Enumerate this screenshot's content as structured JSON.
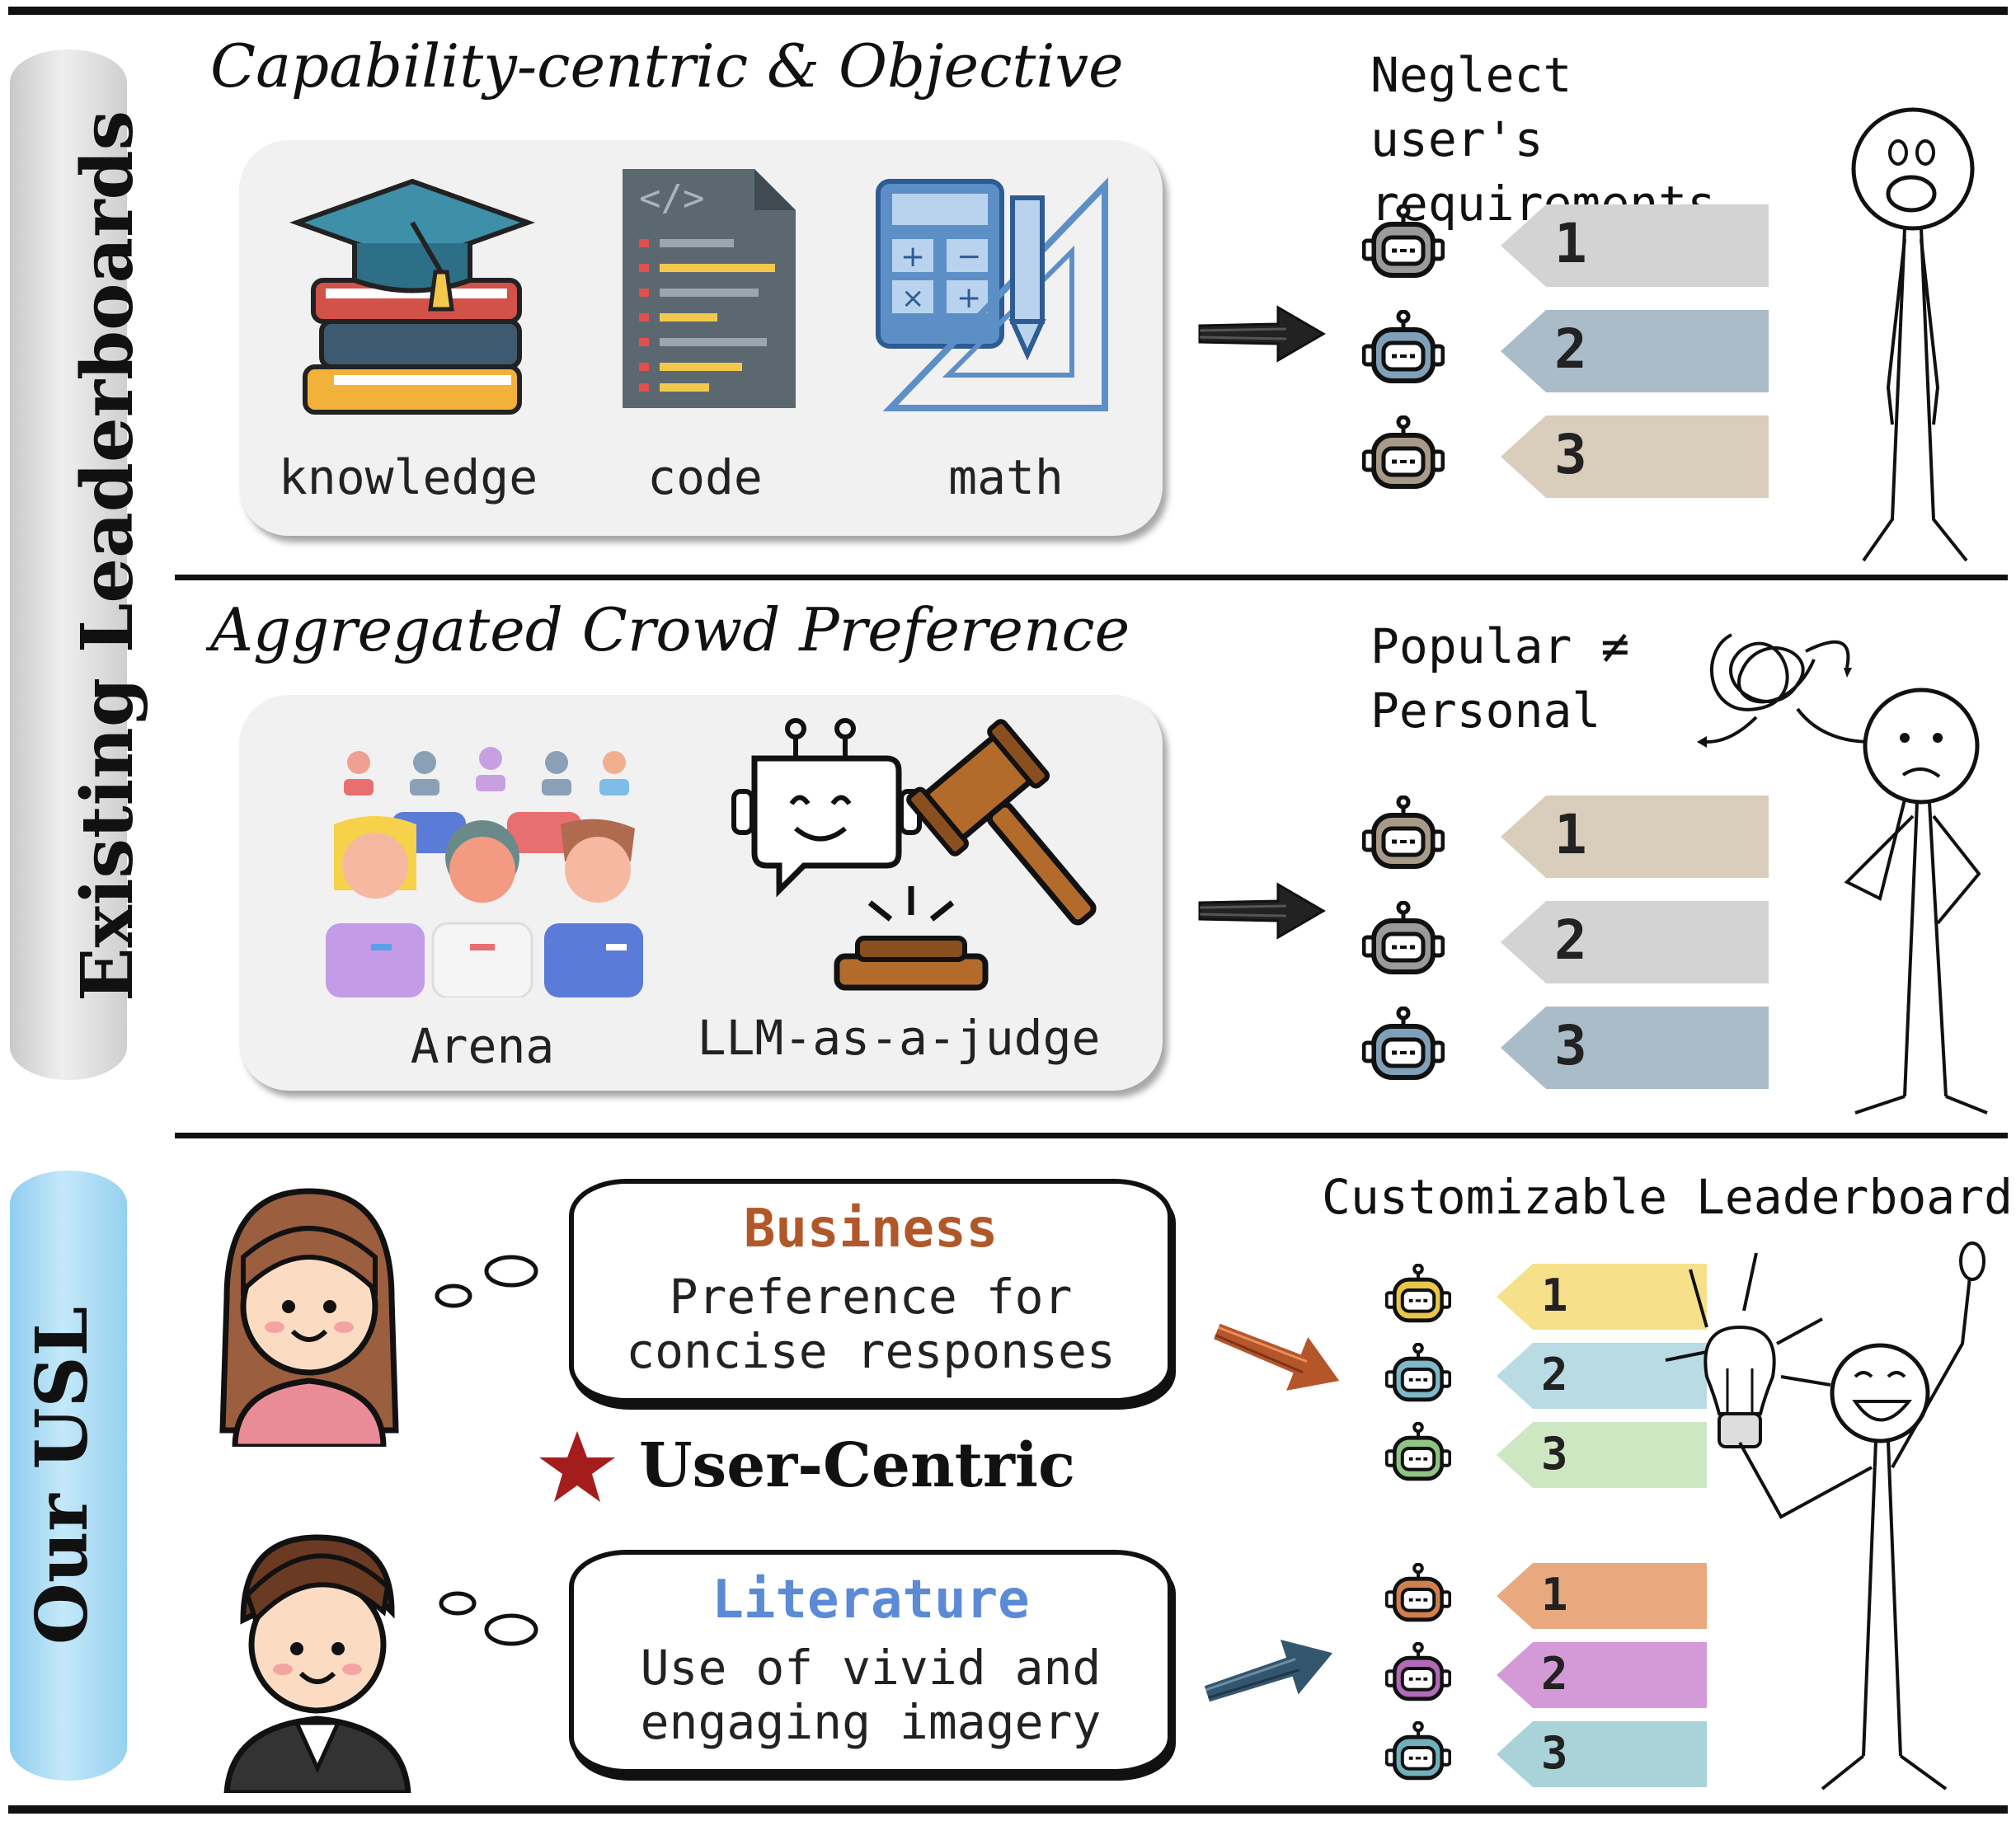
{
  "sidebar": {
    "existing_label": "Existing Leaderboards",
    "ours_label": "Our USL"
  },
  "section1": {
    "title": "Capability-centric & Objective",
    "items": [
      "knowledge",
      "code",
      "math"
    ],
    "note": "Neglect user's requirements",
    "ranks": [
      {
        "num": "1",
        "color": "#d3d3d3",
        "robot_color": "#9a9a9a"
      },
      {
        "num": "2",
        "color": "#a9bcc8",
        "robot_color": "#7fa0b8"
      },
      {
        "num": "3",
        "color": "#d9cdbb",
        "robot_color": "#a89a88"
      }
    ]
  },
  "section2": {
    "title": "Aggregated Crowd Preference",
    "items": [
      "Arena",
      "LLM-as-a-judge"
    ],
    "note_line1": "Popular ≠",
    "note_line2": "Personal",
    "ranks": [
      {
        "num": "1",
        "color": "#d9cdbb",
        "robot_color": "#a89a88"
      },
      {
        "num": "2",
        "color": "#d3d3d3",
        "robot_color": "#9a9a9a"
      },
      {
        "num": "3",
        "color": "#a9bcc8",
        "robot_color": "#7fa0b8"
      }
    ]
  },
  "section3": {
    "board_title": "Customizable Leaderboard",
    "center_label": "User-Centric",
    "business": {
      "head": "Business",
      "head_color": "#b0582a",
      "line1": "Preference for",
      "line2": "concise responses"
    },
    "literature": {
      "head": "Literature",
      "head_color": "#5b8ad6",
      "line1": "Use of vivid and",
      "line2": "engaging imagery"
    },
    "ranks_top": [
      {
        "num": "1",
        "color": "#f6e08a",
        "robot_color": "#e8c64a"
      },
      {
        "num": "2",
        "color": "#b9dbe3",
        "robot_color": "#7fb8c8"
      },
      {
        "num": "3",
        "color": "#cde7c3",
        "robot_color": "#8fc483"
      }
    ],
    "ranks_bottom": [
      {
        "num": "1",
        "color": "#e9a97f",
        "robot_color": "#d07f4f"
      },
      {
        "num": "2",
        "color": "#d49ad7",
        "robot_color": "#b06ab8"
      },
      {
        "num": "3",
        "color": "#a9d3d9",
        "robot_color": "#6fb0bb"
      }
    ]
  },
  "colors": {
    "star": "#a51c1c",
    "pillar_grey": "#d8d8d8",
    "pillar_blue": "#a9d8f2",
    "arrow_orange": "#b5552a",
    "arrow_blue": "#33566f"
  }
}
